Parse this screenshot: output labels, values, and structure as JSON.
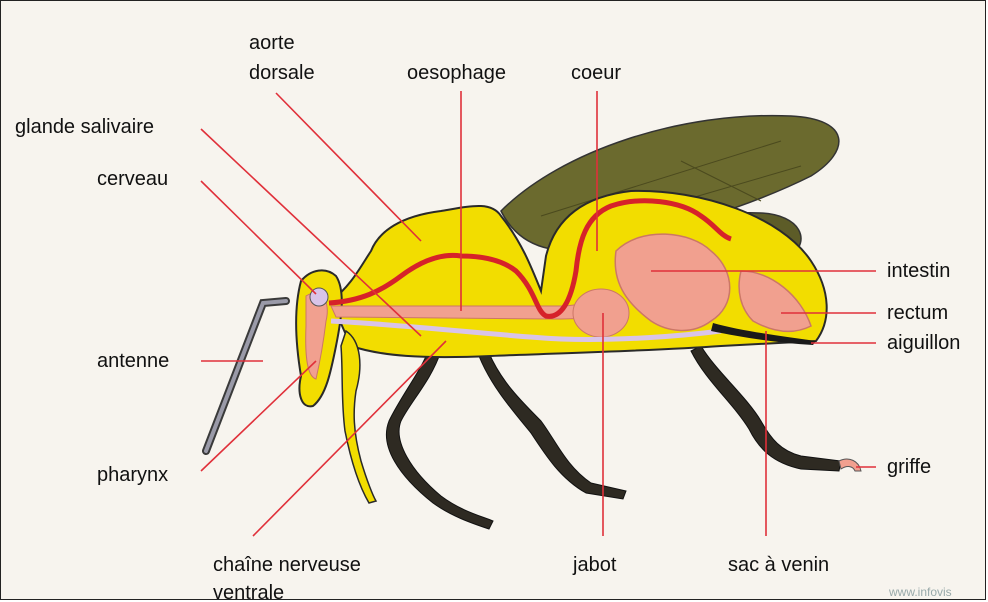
{
  "labels": {
    "aorte_line1": "aorte",
    "aorte_line2": "dorsale",
    "oesophage": "oesophage",
    "coeur": "coeur",
    "glande_salivaire": "glande salivaire",
    "cerveau": "cerveau",
    "antenne": "antenne",
    "pharynx": "pharynx",
    "chaine_line1": "chaîne nerveuse",
    "chaine_line2": "ventrale",
    "jabot": "jabot",
    "sac_a_venin": "sac à venin",
    "intestin": "intestin",
    "rectum": "rectum",
    "aiguillon": "aiguillon",
    "griffe": "griffe"
  },
  "watermark": "www.infovis",
  "colors": {
    "background": "#f7f4ee",
    "body": "#f2dd00",
    "body_outline": "#2a2a2a",
    "wing": "#6b6a2e",
    "leg": "#2e2a22",
    "aorta": "#d6222a",
    "organ": "#f1a08f",
    "nerve": "#d9c4e8",
    "leader_line": "#e0303a"
  }
}
